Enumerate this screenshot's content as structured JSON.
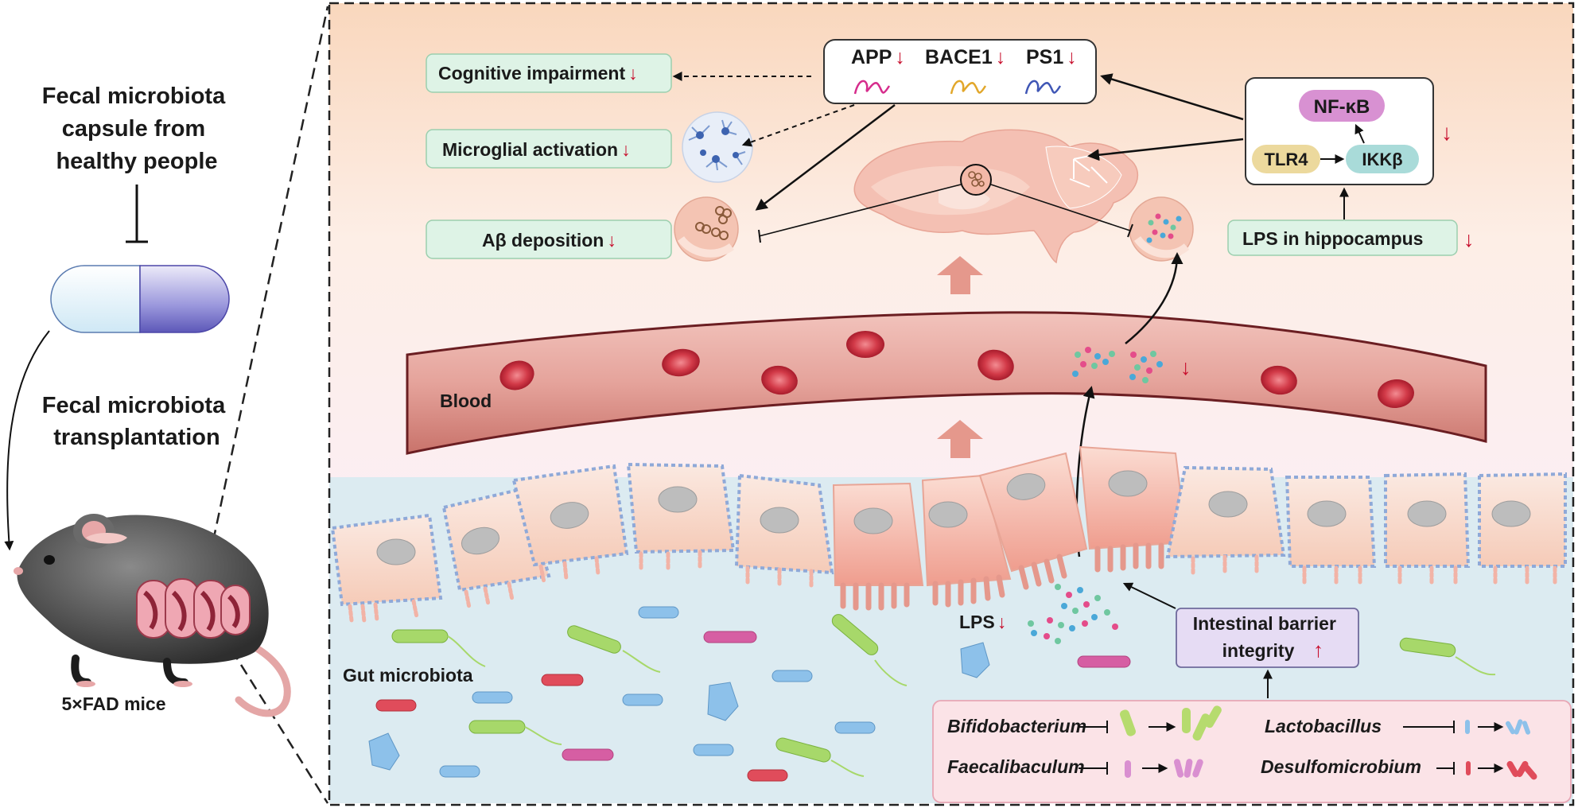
{
  "left": {
    "capsule_title": [
      "Fecal microbiota",
      "capsule from",
      "healthy people"
    ],
    "transplant_title": [
      "Fecal microbiota",
      "transplantation"
    ],
    "mouse_label": "5×FAD mice"
  },
  "outcomes": {
    "cognitive": "Cognitive impairment",
    "microglial": "Microglial activation",
    "abeta": "Aβ deposition"
  },
  "genes": {
    "app": "APP",
    "bace1": "BACE1",
    "ps1": "PS1"
  },
  "pathway": {
    "nfkb": "NF-κB",
    "tlr4": "TLR4",
    "ikkb": "IKKβ",
    "lps_hippocampus": "LPS in hippocampus"
  },
  "blood_label": "Blood",
  "gut": {
    "microbiota_label": "Gut microbiota",
    "lps_label": "LPS",
    "barrier": [
      "Intestinal barrier",
      "integrity"
    ]
  },
  "bacteria": {
    "bifidobacterium": "Bifidobacterium",
    "lactobacillus": "Lactobacillus",
    "faecalibaculum": "Faecalibaculum",
    "desulfomicrobium": "Desulfomicrobium"
  },
  "arrows": {
    "down": "↓",
    "up": "↑"
  },
  "colors": {
    "down_arrow": "#c8102e",
    "green_box": "#def3e6",
    "purple_box": "#e6dcf4",
    "blood_vessel": "#e8a5a0",
    "gut_lumen": "#dcebf1"
  }
}
